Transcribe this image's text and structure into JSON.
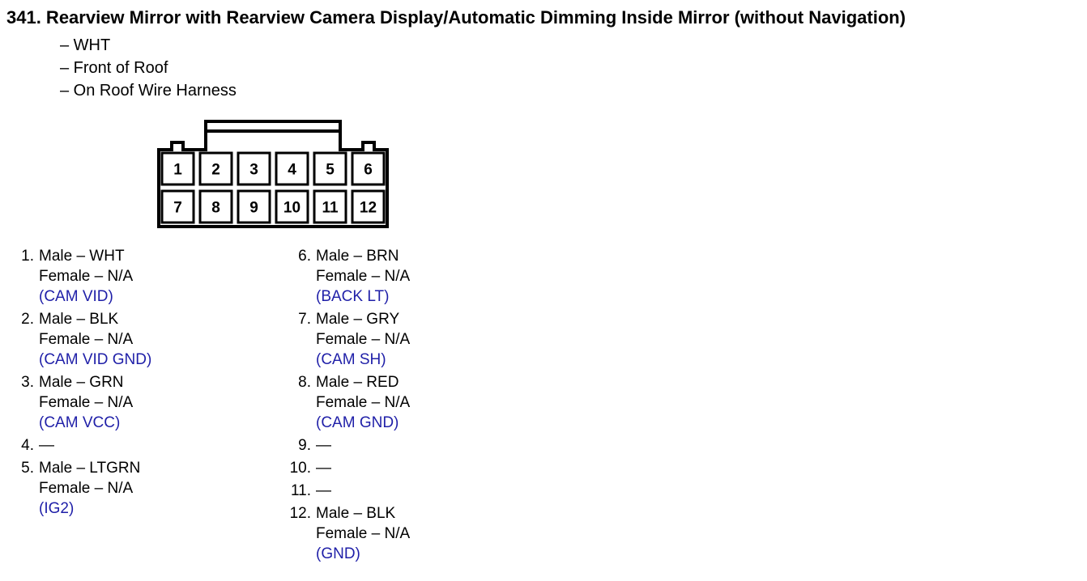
{
  "document": {
    "title": "341.  Rearview Mirror with Rearview Camera Display/Automatic Dimming Inside Mirror (without Navigation)",
    "meta": [
      "– WHT",
      "– Front of Roof",
      "– On Roof Wire Harness"
    ]
  },
  "connector": {
    "top_row": [
      "1",
      "2",
      "3",
      "4",
      "5",
      "6"
    ],
    "bottom_row": [
      "7",
      "8",
      "9",
      "10",
      "11",
      "12"
    ]
  },
  "colors": {
    "signal": "#1f1fa8",
    "text": "#000000"
  },
  "pins_left": [
    {
      "num": "1.",
      "male": "Male – WHT",
      "female": "Female – N/A",
      "signal": "(CAM VID)"
    },
    {
      "num": "2.",
      "male": "Male – BLK",
      "female": "Female – N/A",
      "signal": "(CAM VID GND)"
    },
    {
      "num": "3.",
      "male": "Male – GRN",
      "female": "Female – N/A",
      "signal": "(CAM VCC)"
    },
    {
      "num": "4.",
      "male": "—"
    },
    {
      "num": "5.",
      "male": "Male – LTGRN",
      "female": "Female – N/A",
      "signal": "(IG2)"
    }
  ],
  "pins_right": [
    {
      "num": "6.",
      "male": "Male – BRN",
      "female": "Female – N/A",
      "signal": "(BACK LT)"
    },
    {
      "num": "7.",
      "male": "Male – GRY",
      "female": "Female – N/A",
      "signal": "(CAM SH)"
    },
    {
      "num": "8.",
      "male": "Male – RED",
      "female": "Female – N/A",
      "signal": "(CAM GND)"
    },
    {
      "num": "9.",
      "male": "—"
    },
    {
      "num": "10.",
      "male": "—"
    },
    {
      "num": "11.",
      "male": "—"
    },
    {
      "num": "12.",
      "male": "Male – BLK",
      "female": "Female – N/A",
      "signal": "(GND)"
    }
  ]
}
